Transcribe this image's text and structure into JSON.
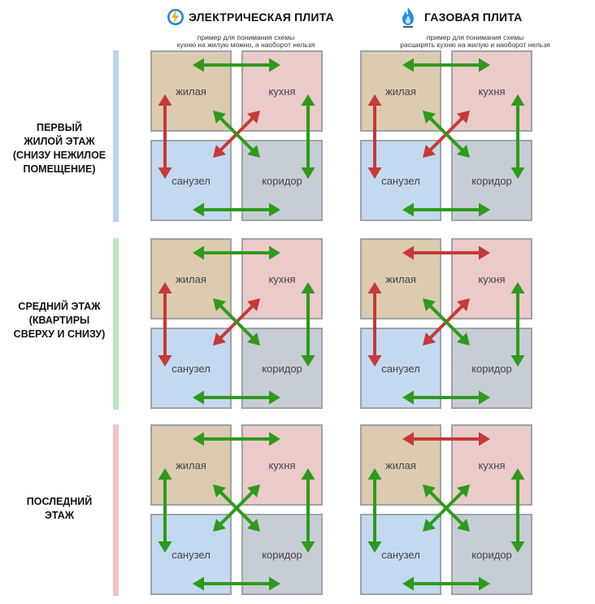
{
  "colors": {
    "living": "#dccbb0",
    "kitchen": "#ebcaca",
    "bathroom": "#c3d9ef",
    "corridor": "#c7cdd4",
    "allowed": "#2e9a1c",
    "forbidden": "#c53a36",
    "bar_first": "#b9d4ef",
    "bar_middle": "#bfe5c3",
    "bar_last": "#efc4c7"
  },
  "columns": [
    {
      "title": "ЭЛЕКТРИЧЕСКАЯ ПЛИТА",
      "icon": "lightning-icon",
      "note_lines": [
        "пример для понимания схемы",
        "кухню на жилую можно, а наоборот нельзя"
      ]
    },
    {
      "title": "ГАЗОВАЯ ПЛИТА",
      "icon": "gas-flame-icon",
      "note_lines": [
        "пример для понимания схемы",
        "расширять кухню на жилую и наоборот нельзя"
      ]
    }
  ],
  "rows": [
    {
      "label_lines": [
        "ПЕРВЫЙ",
        "ЖИЛОЙ ЭТАЖ",
        "(СНИЗУ НЕЖИЛОЕ",
        "ПОМЕЩЕНИЕ)"
      ]
    },
    {
      "label_lines": [
        "СРЕДНИЙ ЭТАЖ",
        "(КВАРТИРЫ",
        "СВЕРХУ И СНИЗУ)"
      ]
    },
    {
      "label_lines": [
        "ПОСЛЕДНИЙ",
        "ЭТАЖ"
      ]
    }
  ],
  "rooms": {
    "living": "жилая",
    "kitchen": "кухня",
    "bathroom": "санузел",
    "corridor": "коридор"
  },
  "schemes": [
    [
      {
        "living_kitchen": "allowed",
        "living_bathroom": "forbidden",
        "kitchen_corridor": "allowed",
        "bathroom_corridor": "allowed",
        "living_corridor": "allowed",
        "kitchen_bathroom": "forbidden"
      },
      {
        "living_kitchen": "allowed",
        "living_bathroom": "forbidden",
        "kitchen_corridor": "allowed",
        "bathroom_corridor": "allowed",
        "living_corridor": "allowed",
        "kitchen_bathroom": "forbidden"
      }
    ],
    [
      {
        "living_kitchen": "allowed",
        "living_bathroom": "forbidden",
        "kitchen_corridor": "allowed",
        "bathroom_corridor": "allowed",
        "living_corridor": "allowed",
        "kitchen_bathroom": "forbidden"
      },
      {
        "living_kitchen": "forbidden",
        "living_bathroom": "forbidden",
        "kitchen_corridor": "allowed",
        "bathroom_corridor": "allowed",
        "living_corridor": "allowed",
        "kitchen_bathroom": "forbidden"
      }
    ],
    [
      {
        "living_kitchen": "allowed",
        "living_bathroom": "allowed",
        "kitchen_corridor": "allowed",
        "bathroom_corridor": "allowed",
        "living_corridor": "allowed",
        "kitchen_bathroom": "allowed"
      },
      {
        "living_kitchen": "forbidden",
        "living_bathroom": "allowed",
        "kitchen_corridor": "allowed",
        "bathroom_corridor": "allowed",
        "living_corridor": "allowed",
        "kitchen_bathroom": "allowed"
      }
    ]
  ]
}
